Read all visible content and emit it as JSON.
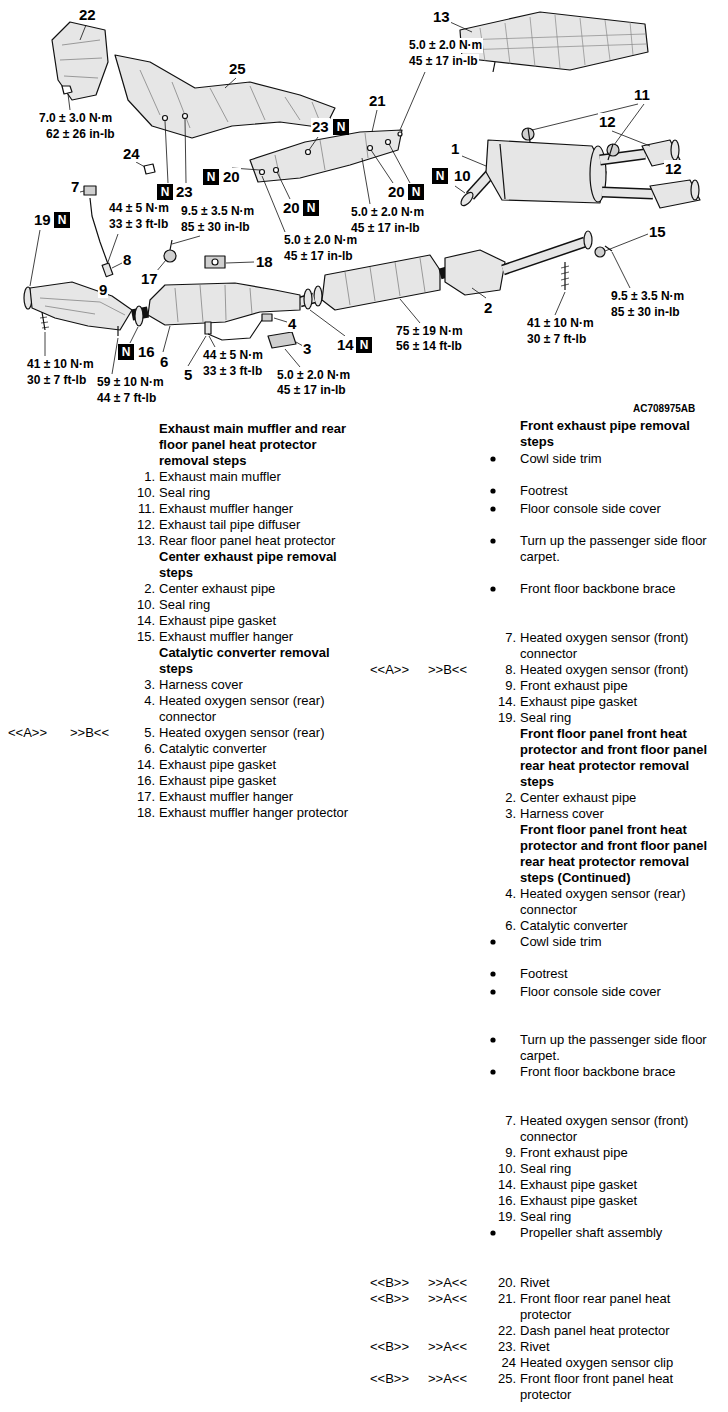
{
  "diagram": {
    "nodes": [
      {
        "text": [
          "N"
        ]
      },
      {
        "text": [
          "N"
        ]
      },
      {
        "text": [
          "N"
        ]
      },
      {
        "text": [
          "N"
        ]
      },
      {
        "text": [
          "N"
        ]
      },
      {
        "text": [
          "N"
        ]
      },
      {
        "text": [
          "N"
        ]
      },
      {
        "text": [
          "N"
        ]
      },
      {
        "text": [
          "N"
        ]
      }
    ],
    "labels": [
      "22",
      "25",
      "13",
      "5.0 ± 2.0 N·m",
      "45 ± 17 in-lb",
      "11",
      "12",
      "12",
      "1",
      "21",
      "23",
      "7.0 ± 3.0 N·m",
      "62 ± 26 in-lb",
      "24",
      "23",
      "20",
      "20",
      "20",
      "5.0 ± 2.0 N·m",
      "45 ± 17 in-lb",
      "5.0 ± 2.0 N·m",
      "45 ± 17 in-lb",
      "7",
      "19",
      "44 ± 5 N·m",
      "33 ± 3 ft-lb",
      "9.5 ± 3.5 N·m",
      "85 ± 30 in-lb",
      "8",
      "17",
      "18",
      "9",
      "10",
      "15",
      "2",
      "9.5 ± 3.5 N·m",
      "85 ± 30 in-lb",
      "41 ± 10 N·m",
      "30 ± 7 ft-lb",
      "75 ± 19 N·m",
      "56 ± 14 ft-lb",
      "14",
      "4",
      "3",
      "16",
      "6",
      "5",
      "44 ± 5 N·m",
      "33 ± 3 ft-lb",
      "5.0 ± 2.0 N·m",
      "45 ± 17 in-lb",
      "41 ± 10 N·m",
      "30 ± 7 ft-lb",
      "59 ± 10 N·m",
      "44 ± 7 ft-lb",
      "AC708975AB",
      "Exhaust main muffler and rear floor panel heat protector removal steps",
      "1.",
      "Exhaust main muffler",
      "10.",
      "Seal ring",
      "11.",
      "Exhaust muffler hanger",
      "12.",
      "Exhaust tail pipe diffuser",
      "13.",
      "Rear floor panel heat protector",
      "Center exhaust pipe removal steps",
      "2.",
      "Center exhaust pipe",
      "10.",
      "Seal ring",
      "14.",
      "Exhaust pipe gasket",
      "15.",
      "Exhaust muffler hanger",
      "Catalytic converter removal steps",
      "3.",
      "Harness cover",
      "4.",
      "Heated oxygen sensor (rear) connector",
      "<<A>>",
      ">>B<<",
      "5.",
      "Heated oxygen sensor (rear)",
      "6.",
      "Catalytic converter",
      "14.",
      "Exhaust pipe gasket",
      "16.",
      "Exhaust pipe gasket",
      "17.",
      "Exhaust muffler hanger",
      "18.",
      "Exhaust muffler hanger protector",
      "Front exhaust pipe removal steps",
      "Cowl side trim",
      "Footrest",
      "Floor console side cover",
      "Turn up the passenger side floor carpet.",
      "Front floor backbone brace",
      "7.",
      "Heated oxygen sensor (front) connector",
      "<<A>>",
      ">>B<<",
      "8.",
      "Heated oxygen sensor (front)",
      "9.",
      "Front exhaust pipe",
      "14.",
      "Exhaust pipe gasket",
      "19.",
      "Seal ring",
      "Front floor panel front heat protector and front floor panel rear heat protector removal steps",
      "2.",
      "Center exhaust pipe",
      "3.",
      "Harness cover",
      "Front floor panel front heat protector and front floor panel rear heat protector removal steps (Continued)",
      "4.",
      "Heated oxygen sensor (rear) connector",
      "6.",
      "Catalytic converter",
      "Cowl side trim",
      "Footrest",
      "Floor console side cover",
      "Turn up the passenger side floor carpet.",
      "Front floor backbone brace",
      "7.",
      "Heated oxygen sensor (front) connector",
      "9.",
      "Front exhaust pipe",
      "10.",
      "Seal ring",
      "14.",
      "Exhaust pipe gasket",
      "16.",
      "Exhaust pipe gasket",
      "19.",
      "Seal ring",
      "Propeller shaft assembly",
      "<<B>>",
      ">>A<<",
      "20.",
      "Rivet",
      "<<B>>",
      ">>A<<",
      "21.",
      "Front floor rear panel heat protector",
      "22.",
      "Dash panel heat protector",
      "<<B>>",
      ">>A<<",
      "23.",
      "Rivet",
      "24",
      "Heated oxygen sensor clip",
      "<<B>>",
      ">>A<<",
      "25.",
      "Front floor front panel heat protector"
    ]
  }
}
